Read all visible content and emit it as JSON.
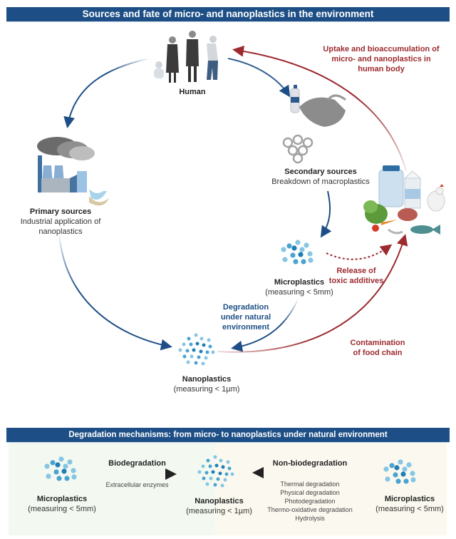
{
  "top_section": {
    "title": "Sources and fate of micro- and nanoplastics in the environment",
    "nodes": {
      "human": {
        "title": "Human"
      },
      "primary_sources": {
        "title": "Primary sources",
        "subtitle_line1": "Industrial application of",
        "subtitle_line2": "nanoplastics"
      },
      "secondary_sources": {
        "title": "Secondary sources",
        "subtitle": "Breakdown of macroplastics"
      },
      "microplastics": {
        "title": "Microplastics",
        "subtitle": "(measuring < 5mm)"
      },
      "nanoplastics": {
        "title": "Nanoplastics",
        "subtitle": "(measuring < 1µm)"
      }
    },
    "annotations": {
      "uptake": [
        "Uptake and bioaccumulation of",
        "micro- and nanoplastics in",
        "human body"
      ],
      "release": [
        "Release of",
        "toxic additives"
      ],
      "contamination": [
        "Contamination",
        "of food chain"
      ],
      "degradation": [
        "Degradation",
        "under natural",
        "environment"
      ]
    },
    "colors": {
      "blue_arrow": "#1d4f86",
      "red_arrow": "#9c2a2e",
      "banner": "#1d4f86"
    }
  },
  "bottom_section": {
    "title": "Degradation mechanisms: from micro- to nanoplastics under natural environment",
    "left_micro": {
      "title": "Microplastics",
      "subtitle": "(measuring < 5mm)"
    },
    "center_nano": {
      "title": "Nanoplastics",
      "subtitle": "(measuring < 1µm)"
    },
    "right_micro": {
      "title": "Microplastics",
      "subtitle": "(measuring < 5mm)"
    },
    "biodegradation": {
      "label": "Biodegradation",
      "detail": "Extracellular enzymes"
    },
    "non_biodegradation": {
      "label": "Non-biodegradation",
      "mechanisms": [
        "Thermal degradation",
        "Physical degradation",
        "Photodegradation",
        "Thermo-oxidative degradation",
        "Hydrolysis"
      ]
    },
    "colors": {
      "left_panel": "#f3f9f1",
      "right_panel": "#fbf9ef"
    }
  }
}
